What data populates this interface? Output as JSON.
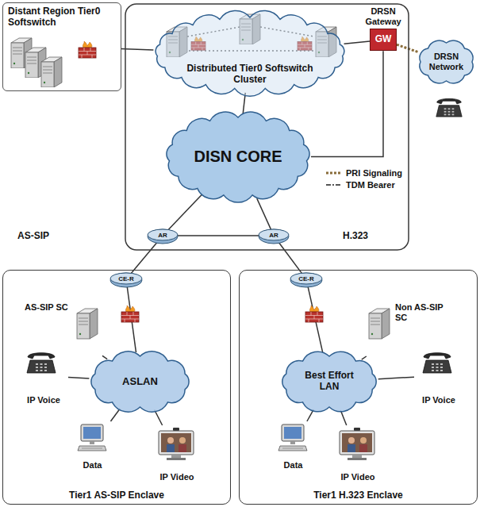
{
  "diagram": {
    "nodes": [
      {
        "text": [
          "Distant Region Tier0 Softswitch"
        ]
      },
      {
        "text": [
          "Distributed Tier0 Softswitch Cluster"
        ]
      },
      {
        "text": [
          "DISN CORE"
        ]
      },
      {
        "text": [
          "DRSN Gateway",
          "GW"
        ]
      },
      {
        "text": [
          "DRSN Network"
        ]
      },
      {
        "text": [
          "AR"
        ]
      },
      {
        "text": [
          "AR"
        ]
      },
      {
        "text": [
          "CE-R"
        ]
      },
      {
        "text": [
          "CE-R"
        ]
      },
      {
        "text": [
          "Tier1 AS-SIP Enclave"
        ]
      },
      {
        "text": [
          "AS-SIP SC"
        ],
        "in": 9
      },
      {
        "text": [
          "ASLAN"
        ],
        "in": 9
      },
      {
        "text": [
          "IP Voice"
        ],
        "in": 9
      },
      {
        "text": [
          "Data"
        ],
        "in": 9
      },
      {
        "text": [
          "IP Video"
        ],
        "in": 9
      },
      {
        "text": [
          "Tier1 H.323 Enclave"
        ]
      },
      {
        "text": [
          "Non AS-SIP SC"
        ],
        "in": 15
      },
      {
        "text": [
          "Best Effort LAN"
        ],
        "in": 15
      },
      {
        "text": [
          "IP Voice"
        ],
        "in": 15
      },
      {
        "text": [
          "Data"
        ],
        "in": 15
      },
      {
        "text": [
          "IP Video"
        ],
        "in": 15
      }
    ],
    "edges": [
      {
        "from": 0,
        "to": 1,
        "arrow": "none"
      },
      {
        "from": 1,
        "to": 2,
        "arrow": "none"
      },
      {
        "from": 1,
        "to": 3,
        "arrow": "none"
      },
      {
        "from": 3,
        "to": 2,
        "arrow": "none"
      },
      {
        "from": 3,
        "to": 4,
        "arrow": "none"
      },
      {
        "from": 2,
        "to": 5,
        "arrow": "none"
      },
      {
        "from": 2,
        "to": 6,
        "arrow": "none"
      },
      {
        "from": 5,
        "to": 6,
        "arrow": "none"
      },
      {
        "from": 5,
        "to": 7,
        "arrow": "none"
      },
      {
        "from": 6,
        "to": 8,
        "arrow": "none"
      },
      {
        "from": 7,
        "to": 11,
        "arrow": "none"
      },
      {
        "from": 10,
        "to": 11,
        "arrow": "none"
      },
      {
        "from": 11,
        "to": 12,
        "arrow": "none"
      },
      {
        "from": 11,
        "to": 13,
        "arrow": "none"
      },
      {
        "from": 11,
        "to": 14,
        "arrow": "none"
      },
      {
        "from": 8,
        "to": 17,
        "arrow": "none"
      },
      {
        "from": 16,
        "to": 17,
        "arrow": "none"
      },
      {
        "from": 17,
        "to": 18,
        "arrow": "none"
      },
      {
        "from": 17,
        "to": 19,
        "arrow": "none"
      },
      {
        "from": 17,
        "to": 20,
        "arrow": "none"
      }
    ],
    "labels": [
      "AS-SIP",
      "H.323"
    ],
    "legend": [
      {
        "text": "PRI Signaling"
      },
      {
        "text": "TDM Bearer"
      }
    ]
  }
}
